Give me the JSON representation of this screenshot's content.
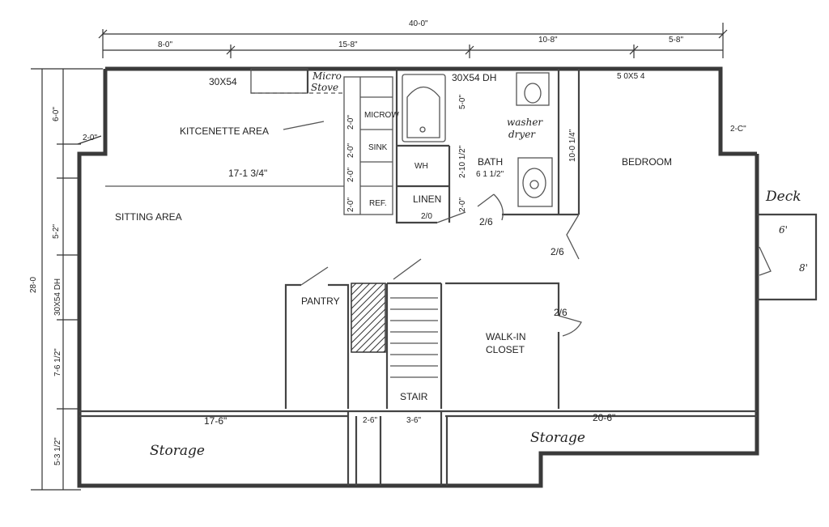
{
  "dimensions": {
    "overall_width": "40-0\"",
    "seg_left": "8-0\"",
    "seg_mid": "15-8\"",
    "seg_right": "10-8\"",
    "seg_far": "5-8\"",
    "overall_depth": "28-0",
    "left_6": "6-0\"",
    "left_2": "2-0\"",
    "left_5_2": "5-2\"",
    "left_window": "30X54 DH",
    "left_7": "7-6 1/2\"",
    "left_5_3": "5-3 1/2\"",
    "kitchen_run": "17-1 3/4\"",
    "bath_height": "10-0 1/4\"",
    "bath_width": "2-10 1/2\"",
    "deck_offset": "2-C\"",
    "storage_left": "17-6\"",
    "storage_mid": "2-6\"",
    "stair_width": "3-6\"",
    "storage_right": "20-6\"",
    "cab_2a": "2-0\"",
    "cab_2b": "2-0\"",
    "cab_2c": "2-0\"",
    "cab_2d": "2-0\"",
    "linen_2": "2-0\"",
    "tub_5": "5-0\""
  },
  "rooms": {
    "kitchenette": "KITCENETTE AREA",
    "sitting": "SITTING AREA",
    "pantry": "PANTRY",
    "stair": "STAIR",
    "walkin_line1": "WALK-IN",
    "walkin_line2": "CLOSET",
    "bedroom": "BEDROOM",
    "bath": "BATH",
    "bath_size": "6 1 1/2\"",
    "linen": "LINEN",
    "linen_door": "2/0",
    "storage_left": "Storage",
    "storage_right": "Storage",
    "deck": "Deck"
  },
  "fixtures": {
    "window_top": "30X54",
    "micro_stove_1": "Micro",
    "micro_stove_2": "Stove",
    "microwave": "MICROW",
    "sink": "SINK",
    "refrigerator": "REF.",
    "water_heater": "WH",
    "window_bath": "30X54 DH",
    "washer": "washer",
    "dryer": "dryer",
    "bedroom_window": "5 0X5 4"
  },
  "doors": {
    "bath_door": "2/6",
    "hall_door": "2/6",
    "closet_door": "2/6"
  },
  "deck": {
    "width": "6'",
    "depth": "8'"
  }
}
